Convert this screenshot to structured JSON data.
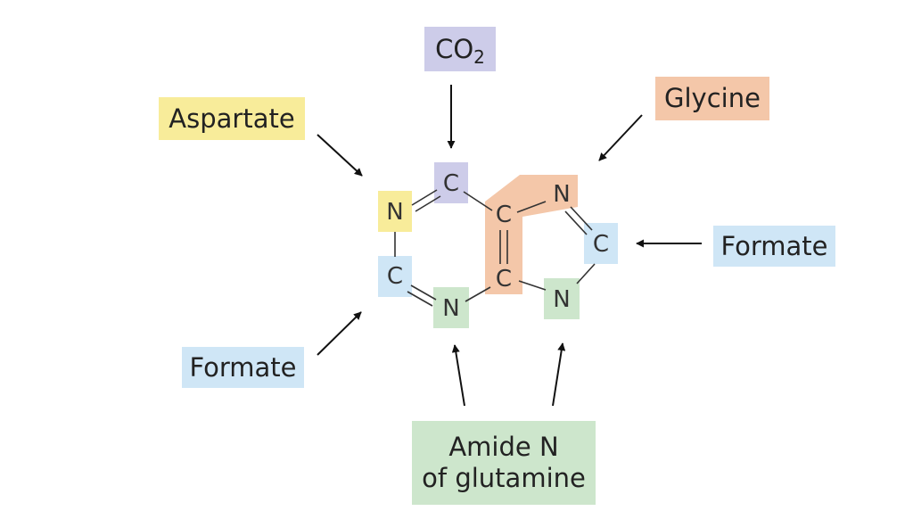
{
  "colors": {
    "aspartate": "#f8ec9a",
    "co2": "#cdcce9",
    "glycine": "#f4c7a9",
    "formate": "#cfe6f6",
    "amide": "#cde6cc",
    "text": "#222222"
  },
  "labels": {
    "co2_main": "CO",
    "co2_sub": "2",
    "aspartate": "Aspartate",
    "glycine": "Glycine",
    "formate_right": "Formate",
    "formate_left": "Formate",
    "amide_line1": "Amide N",
    "amide_line2": "of glutamine"
  },
  "atoms": {
    "n1": "N",
    "c2": "C",
    "n3": "N",
    "c4": "C",
    "c5": "C",
    "c6": "C",
    "n7": "N",
    "c8": "C",
    "n9": "N"
  }
}
